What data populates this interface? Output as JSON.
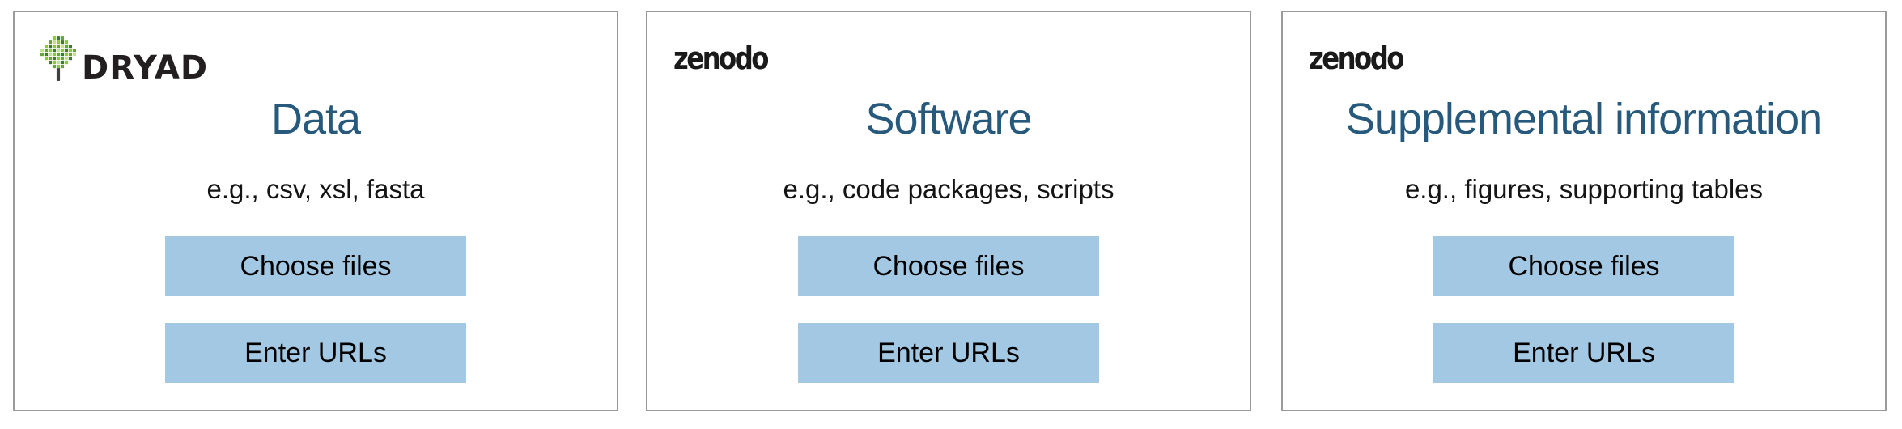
{
  "colors": {
    "title_blue": "#26597c",
    "button_blue": "#a3c8e3",
    "border_gray": "#9b9b9b",
    "dryad_text": "#231f20",
    "zenodo_black": "#1a1a1a",
    "dryad_green_light": "#8dc63f",
    "dryad_green_dark": "#3e7a2b"
  },
  "panels": [
    {
      "logo_text": "DRYAD",
      "title": "Data",
      "examples": "e.g., csv, xsl, fasta",
      "choose_files_label": "Choose files",
      "enter_urls_label": "Enter URLs"
    },
    {
      "logo_text": "zenodo",
      "title": "Software",
      "examples": "e.g., code packages, scripts",
      "choose_files_label": "Choose files",
      "enter_urls_label": "Enter URLs"
    },
    {
      "logo_text": "zenodo",
      "title": "Supplemental information",
      "examples": "e.g., figures, supporting tables",
      "choose_files_label": "Choose files",
      "enter_urls_label": "Enter URLs"
    }
  ]
}
